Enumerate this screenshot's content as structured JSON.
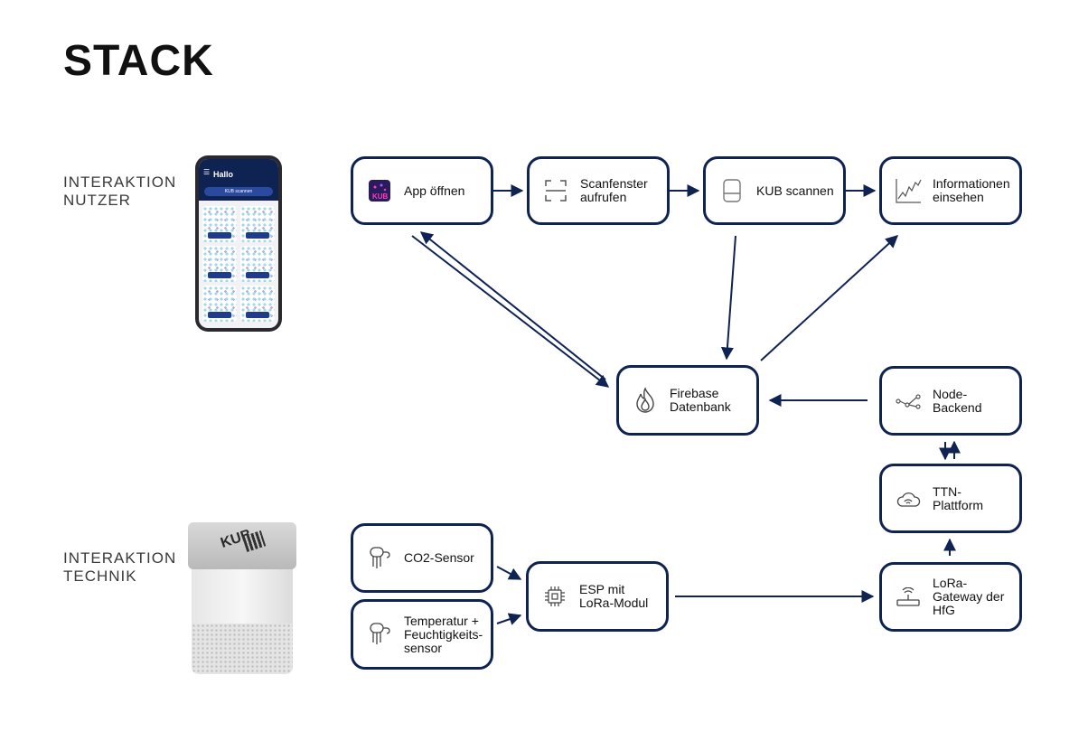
{
  "title": "STACK",
  "sections": {
    "user": [
      "INTERAKTION",
      "NUTZER"
    ],
    "tech": [
      "INTERAKTION",
      "TECHNIK"
    ]
  },
  "phone": {
    "greeting": "Hallo",
    "scan_button": "KUB scannen"
  },
  "device": {
    "logo": "KUB"
  },
  "nodes": {
    "app": {
      "lines": [
        "App öffnen"
      ],
      "icon": "kub-app-icon"
    },
    "scan_window": {
      "lines": [
        "Scanfenster",
        "aufrufen"
      ],
      "icon": "scan-frame-icon"
    },
    "kub_scan": {
      "lines": [
        "KUB scannen"
      ],
      "icon": "kub-cube-icon"
    },
    "info": {
      "lines": [
        "Informationen",
        "einsehen"
      ],
      "icon": "line-chart-icon"
    },
    "firebase": {
      "lines": [
        "Firebase",
        "Datenbank"
      ],
      "icon": "flame-icon"
    },
    "node": {
      "lines": [
        "Node-",
        "Backend"
      ],
      "icon": "node-graph-icon"
    },
    "ttn": {
      "lines": [
        "TTN-",
        "Plattform"
      ],
      "icon": "cloud-wifi-icon"
    },
    "co2": {
      "lines": [
        "CO2-Sensor"
      ],
      "icon": "sensor-icon"
    },
    "temp": {
      "lines": [
        "Temperatur +",
        "Feuchtigkeits-",
        "sensor"
      ],
      "icon": "sensor-icon"
    },
    "esp": {
      "lines": [
        "ESP mit",
        "LoRa-Modul"
      ],
      "icon": "chip-icon"
    },
    "lora": {
      "lines": [
        "LoRa-",
        "Gateway der",
        "HfG"
      ],
      "icon": "router-icon"
    }
  },
  "colors": {
    "accent": "#0f2352"
  }
}
